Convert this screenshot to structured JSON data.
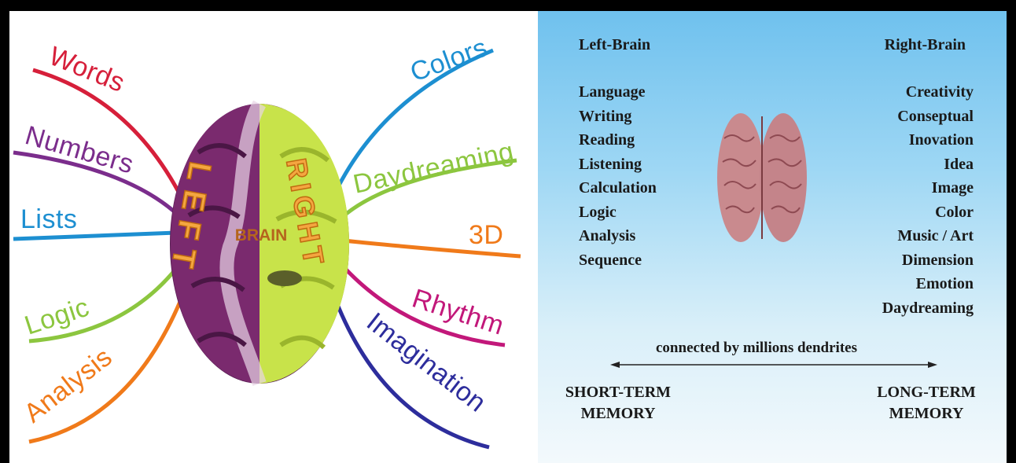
{
  "left_diagram": {
    "center_label": "BRAIN",
    "left_hemisphere_label": "LEFT",
    "right_hemisphere_label": "RIGHT",
    "left_branches": [
      {
        "label": "Words",
        "color": "#d61f3a"
      },
      {
        "label": "Numbers",
        "color": "#7b2d8c"
      },
      {
        "label": "Lists",
        "color": "#1d8fd1"
      },
      {
        "label": "Logic",
        "color": "#8cc63f"
      },
      {
        "label": "Analysis",
        "color": "#f07a1a"
      }
    ],
    "right_branches": [
      {
        "label": "Colors",
        "color": "#1d8fd1"
      },
      {
        "label": "Daydreaming",
        "color": "#8cc63f"
      },
      {
        "label": "3D",
        "color": "#f07a1a"
      },
      {
        "label": "Rhythm",
        "color": "#c2187a"
      },
      {
        "label": "Imagination",
        "color": "#2d2d9c"
      }
    ],
    "colors": {
      "left_lobe": "#7a2a6e",
      "right_lobe": "#c8e34a",
      "center_text": "#b5651d"
    }
  },
  "right_diagram": {
    "left_title": "Left-Brain",
    "right_title": "Right-Brain",
    "left_items": [
      "Language",
      "Writing",
      "Reading",
      "Listening",
      "Calculation",
      "Logic",
      "Analysis",
      "Sequence"
    ],
    "right_items": [
      "Creativity",
      "Conseptual",
      "Inovation",
      "Idea",
      "Image",
      "Color",
      "Music / Art",
      "Dimension",
      "Emotion",
      "Daydreaming"
    ],
    "connector": "connected by millions dendrites",
    "left_memory": [
      "SHORT-TERM",
      "MEMORY"
    ],
    "right_memory": [
      "LONG-TERM",
      "MEMORY"
    ]
  }
}
